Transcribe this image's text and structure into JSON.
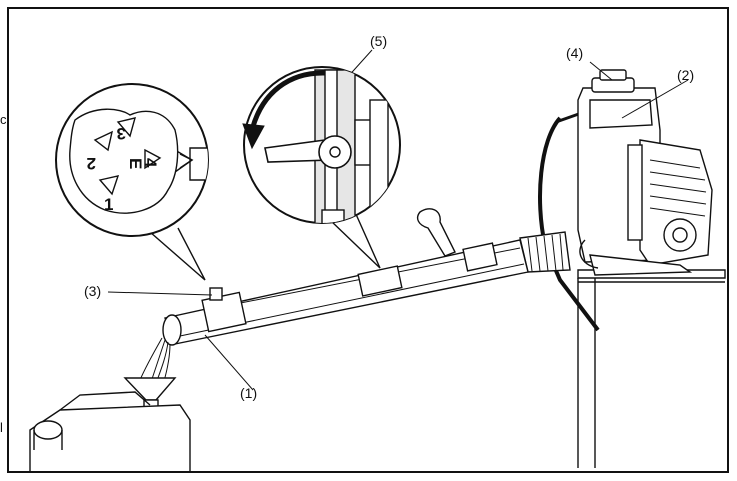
{
  "callouts": {
    "c1": "(1)",
    "c2": "(2)",
    "c3": "(3)",
    "c4": "(4)",
    "c5": "(5)"
  },
  "dial_numbers": {
    "n1": "1",
    "n2": "2",
    "n3": "3",
    "n4": "4",
    "mark": "E"
  },
  "edge_text": {
    "left_top": "ci",
    "left_bottom": "l"
  },
  "colors": {
    "line": "#111111",
    "paper": "#ffffff",
    "shade": "#bdbdbd"
  }
}
